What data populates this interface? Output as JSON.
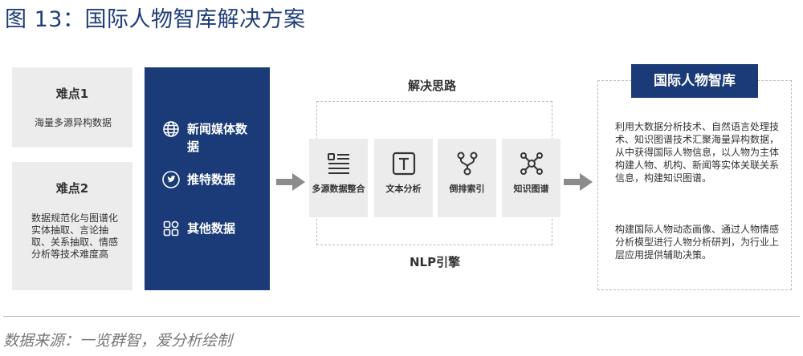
{
  "figure": {
    "title": "图 13：国际人物智库解决方案"
  },
  "difficulties": [
    {
      "title": "难点1",
      "text": "海量多源异构数据"
    },
    {
      "title": "难点2",
      "text": "数据规范化与图谱化实体抽取、言论抽取、关系抽取、情感分析等技术难度高"
    }
  ],
  "sources": [
    {
      "label": "新闻媒体数据",
      "icon": "globe-icon"
    },
    {
      "label": "推特数据",
      "icon": "twitter-bird-icon"
    },
    {
      "label": "其他数据",
      "icon": "grid-apps-icon"
    }
  ],
  "solution": {
    "label": "解决思路",
    "engine_label": "NLP引擎",
    "steps": [
      {
        "label": "多源数据整合",
        "icon": "list-icon"
      },
      {
        "label": "文本分析",
        "icon": "text-t-icon"
      },
      {
        "label": "倒排索引",
        "icon": "fork-icon"
      },
      {
        "label": "知识图谱",
        "icon": "graph-network-icon"
      }
    ]
  },
  "library": {
    "title": "国际人物智库",
    "paragraphs": [
      "利用大数据分析技术、自然语言处理技术、知识图谱技术汇聚海量异构数据，从中获得国际人物信息，以人物为主体构建人物、机构、新闻等实体关联关系信息，构建知识图谱。",
      "构建国际人物动态画像、通过人物情感分析模型进行人物分析研判，为行业上层应用提供辅助决策。"
    ]
  },
  "source_note": "数据来源：一览群智，爱分析绘制",
  "colors": {
    "navy": "#1a3b77",
    "panel_gray": "#ececec",
    "arrow_gray": "#8c8c8c",
    "text": "#333333",
    "title_blue": "#1f3d78"
  }
}
